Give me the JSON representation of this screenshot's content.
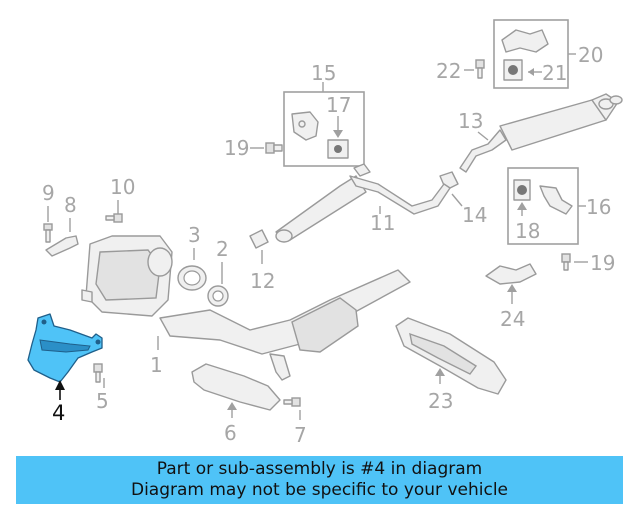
{
  "callouts": {
    "c1": "1",
    "c2": "2",
    "c3": "3",
    "c4": "4",
    "c5": "5",
    "c6": "6",
    "c7": "7",
    "c8": "8",
    "c9": "9",
    "c10": "10",
    "c11": "11",
    "c12": "12",
    "c13": "13",
    "c14": "14",
    "c15": "15",
    "c16": "16",
    "c17": "17",
    "c18": "18",
    "c19a": "19",
    "c19b": "19",
    "c20": "20",
    "c21": "21",
    "c22": "22",
    "c23": "23",
    "c24": "24"
  },
  "highlight": {
    "part_number": "4",
    "color": "#4fc3f7"
  },
  "banner": {
    "line1": "Part or sub-assembly is #4 in diagram",
    "line2": "Diagram may not be specific to your vehicle"
  }
}
